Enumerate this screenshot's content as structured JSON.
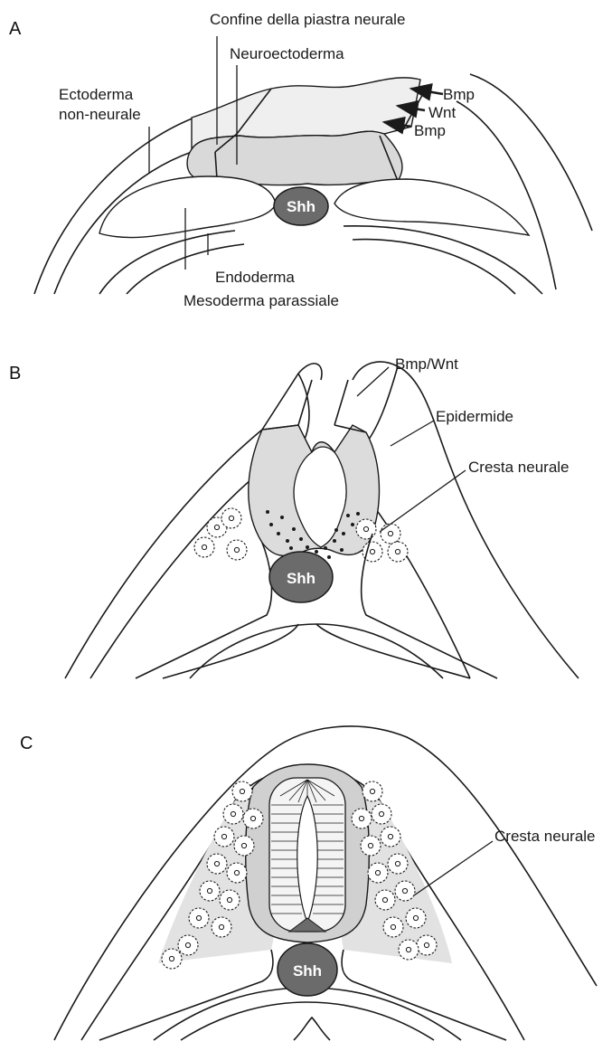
{
  "panels": {
    "a": {
      "letter": "A",
      "labels": {
        "plate_border": "Confine della piastra neurale",
        "neuroectoderm": "Neuroectoderma",
        "ectoderm_line1": "Ectoderma",
        "ectoderm_line2": "non-neurale",
        "bmp_top": "Bmp",
        "wnt": "Wnt",
        "bmp_bottom": "Bmp",
        "endoderm": "Endoderma",
        "paraxial_mesoderm": "Mesoderma parassiale"
      },
      "notochord": "Shh"
    },
    "b": {
      "letter": "B",
      "labels": {
        "bmp_wnt": "Bmp/Wnt",
        "epidermis": "Epidermide",
        "neural_crest": "Cresta neurale"
      },
      "notochord": "Shh"
    },
    "c": {
      "letter": "C",
      "labels": {
        "neural_crest": "Cresta neurale"
      },
      "notochord": "Shh"
    }
  },
  "colors": {
    "light_gray": "#e8e8e8",
    "mid_gray": "#d6d6d6",
    "notochord": "#6b6b6b",
    "line": "#1a1a1a"
  }
}
